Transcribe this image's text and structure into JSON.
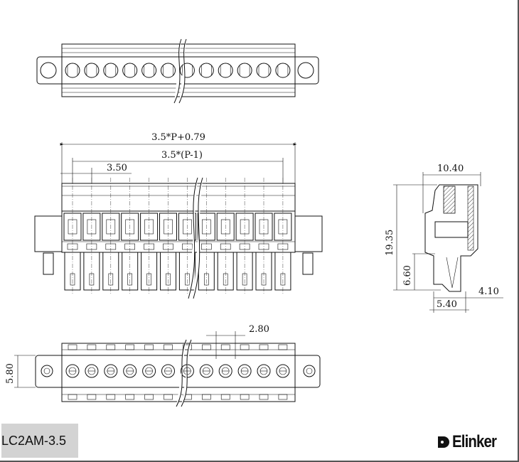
{
  "drawing": {
    "positions": 12,
    "dimensions": {
      "overall_length": "3.5*P+0.79",
      "pitch_span": "3.5*(P-1)",
      "pitch": "3.50",
      "depth": "10.40",
      "height": "19.35",
      "pin_height": "6.60",
      "pin_offset": "4.10",
      "pin_width": "5.40",
      "screw_pitch": "2.80",
      "flange_width": "5.80"
    }
  },
  "footer": {
    "model": "LC2AM-3.5",
    "brand": "Elinker"
  }
}
